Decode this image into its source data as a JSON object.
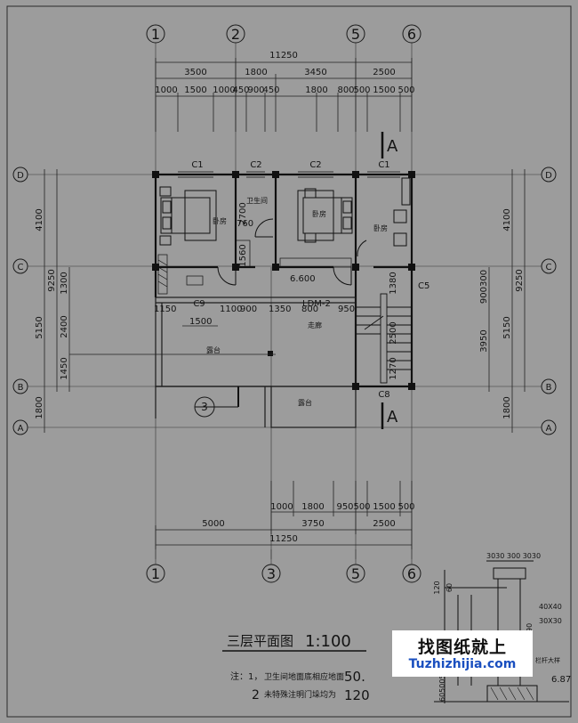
{
  "grid_top": [
    "1",
    "2",
    "5",
    "6"
  ],
  "grid_bottom": [
    "1",
    "3",
    "5",
    "6"
  ],
  "grid_side": [
    "D",
    "C",
    "B",
    "A"
  ],
  "dims_top": {
    "total": "11250",
    "row1": [
      "3500",
      "1800",
      "3450",
      "2500"
    ],
    "row2": [
      "1000",
      "1500",
      "1000",
      "450",
      "900",
      "450",
      "1800",
      "800",
      "500",
      "1500",
      "500"
    ]
  },
  "dims_bottom": {
    "row1": [
      "1000",
      "1800",
      "950",
      "500",
      "1500",
      "500"
    ],
    "row2": [
      "5000",
      "3750",
      "2500"
    ],
    "total": "11250"
  },
  "dims_left": {
    "outer": [
      "4100",
      "5150",
      "1800"
    ],
    "total": "9250",
    "inner": [
      "1300",
      "2400",
      "1450"
    ]
  },
  "dims_right": {
    "outer": [
      "4100",
      "5150",
      "1800"
    ],
    "total": "9250",
    "inner": [
      "900300",
      "3950"
    ]
  },
  "windows": {
    "c1a": "C1",
    "c2a": "C2",
    "c2b": "C2",
    "c1b": "C1",
    "c9": "C9",
    "c8": "C8",
    "c5": "C5",
    "ldm": "LDM-2"
  },
  "rooms": {
    "bed1": "卧房",
    "bath": "卫生间",
    "bed2": "卧房",
    "bed3": "卧房",
    "terrace": "露台",
    "terrace2": "露台",
    "corridor": "走廊"
  },
  "misc_dims": {
    "d2700": "2700",
    "d760": "760",
    "d1560": "1560",
    "d1380": "1380",
    "d1270": "1270",
    "d2500": "2500",
    "elev": "6.600",
    "c9a": "1150",
    "c9b": "1500",
    "w1100": "1100",
    "w900": "900",
    "w1350": "1350",
    "w800": "800",
    "w950": "950"
  },
  "section_marker": {
    "letter": "A",
    "detail_no": "3"
  },
  "title": {
    "name": "三层平面图",
    "scale": "1:100"
  },
  "notes": [
    {
      "num": "注：1，",
      "text": "卫生间地面底相应地面",
      "value": "50."
    },
    {
      "num": "2",
      "text": "未特殊注明门垛均为",
      "value": "120"
    }
  ],
  "detail": {
    "top_dims": "3030 300 3030",
    "label1": "40X40",
    "label2": "30X30",
    "d120": "120",
    "d60": "60",
    "d1190": "1190",
    "d6050": "60500500",
    "elev": "6.87",
    "tag": "栏杆大样"
  },
  "watermark": {
    "cn": "找图纸就上",
    "url": "Tuzhizhijia.com"
  }
}
